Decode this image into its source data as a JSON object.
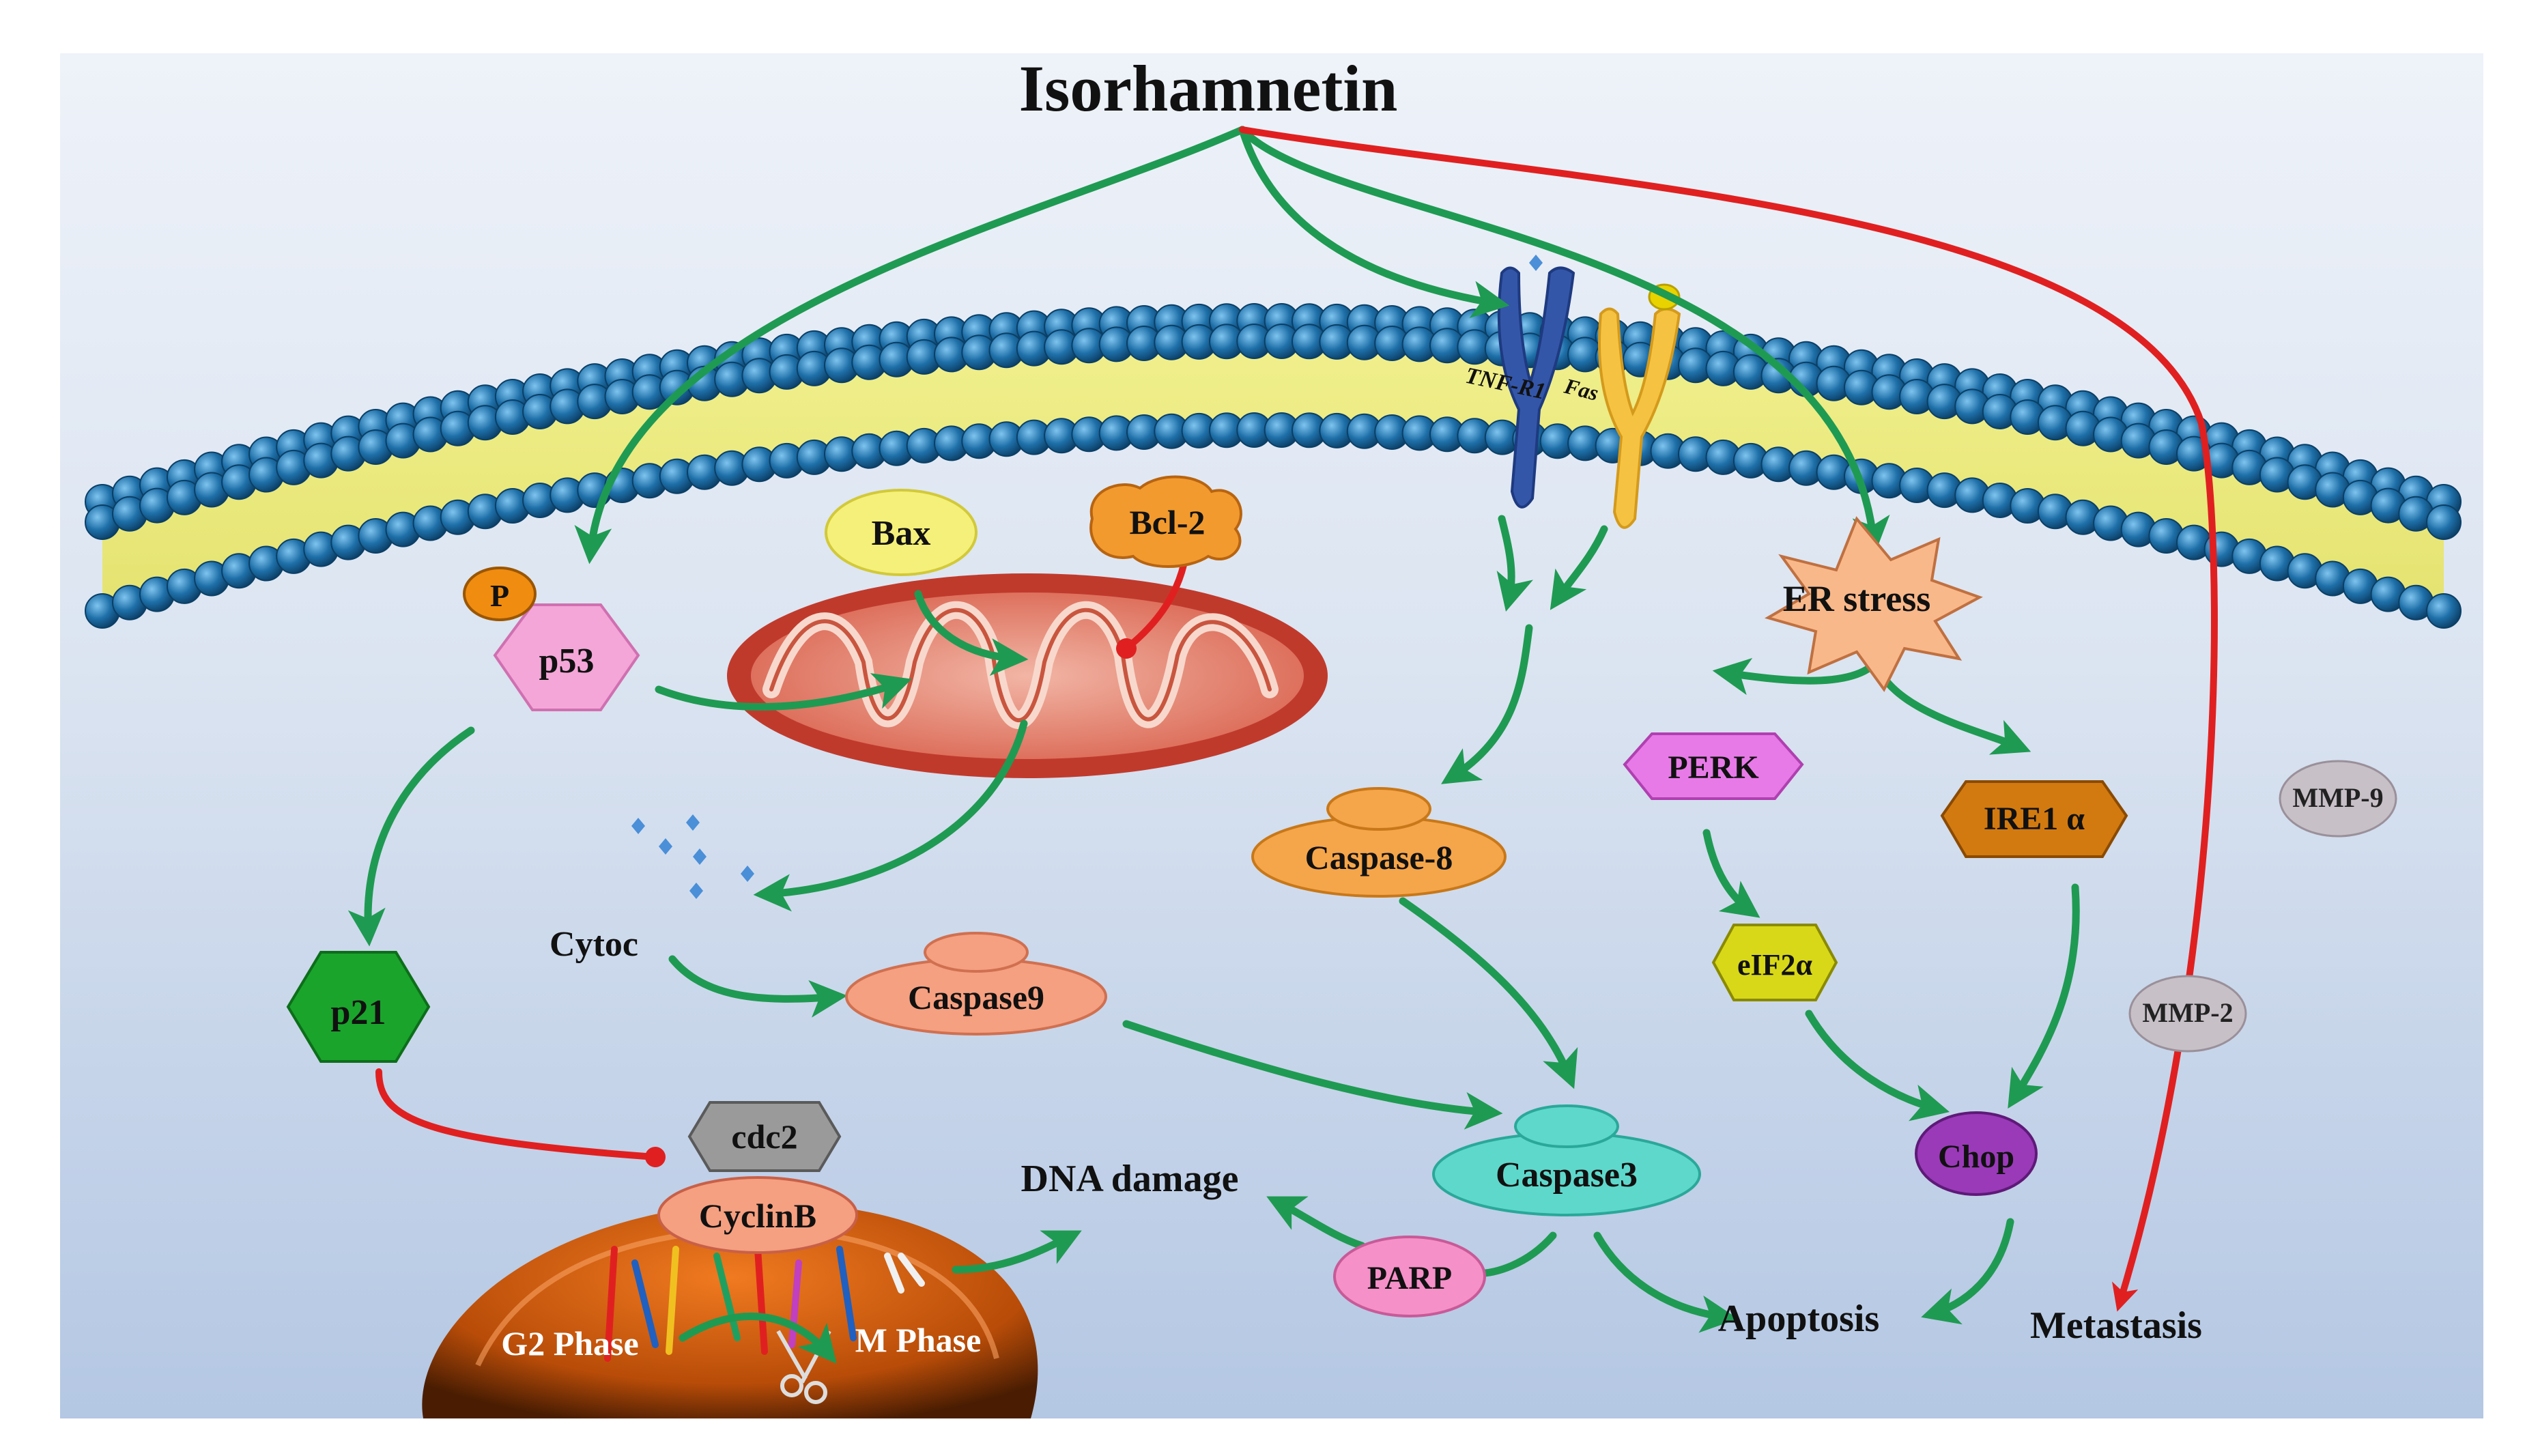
{
  "title": "Isorhamnetin",
  "receptors": {
    "tnf": "TNF-R1",
    "fas": "Fas"
  },
  "p53_pathway": {
    "phospho": "P",
    "p53": "p53",
    "p21": "p21"
  },
  "mitochondria": {
    "bax": "Bax",
    "bcl2": "Bcl-2",
    "cytoc": "Cytoc",
    "caspase9": "Caspase9"
  },
  "extrinsic": {
    "caspase8": "Caspase-8",
    "caspase3": "Caspase3"
  },
  "er_stress": {
    "label": "ER stress",
    "perk": "PERK",
    "ire1": "IRE1 α",
    "eif2a": "eIF2α",
    "chop": "Chop"
  },
  "cell_cycle": {
    "cdc2": "cdc2",
    "cyclinb": "CyclinB",
    "g2": "G2 Phase",
    "m": "M Phase"
  },
  "damage": {
    "dna": "DNA damage",
    "parp": "PARP"
  },
  "outcomes": {
    "apoptosis": "Apoptosis",
    "metastasis": "Metastasis"
  },
  "mmps": {
    "mmp9": "MMP-9",
    "mmp2": "MMP-2"
  },
  "colors": {
    "activation_arrow": "#1f9a52",
    "inhibition_arrow": "#e02020",
    "membrane_head": "#1e6fa8",
    "background_top": "#eef2f9",
    "background_bottom": "#b6c9e4"
  }
}
